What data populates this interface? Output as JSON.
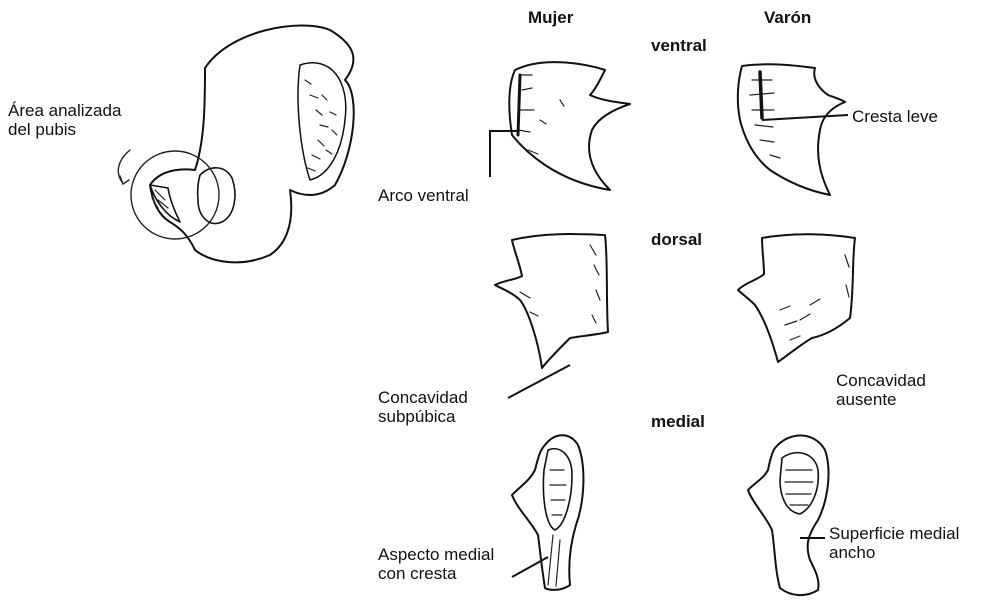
{
  "columns": {
    "female": "Mujer",
    "male": "Varón"
  },
  "views": {
    "ventral": "ventral",
    "dorsal": "dorsal",
    "medial": "medial"
  },
  "labels": {
    "area_line1": "Área analizada",
    "area_line2": "del pubis",
    "arco_ventral": "Arco ventral",
    "cresta_leve": "Cresta leve",
    "concavidad_sub_line1": "Concavidad",
    "concavidad_sub_line2": "subpúbica",
    "concavidad_aus_line1": "Concavidad",
    "concavidad_aus_line2": "ausente",
    "aspecto_line1": "Aspecto medial",
    "aspecto_line2": "con cresta",
    "superficie_line1": "Superficie medial",
    "superficie_line2": "ancho"
  }
}
